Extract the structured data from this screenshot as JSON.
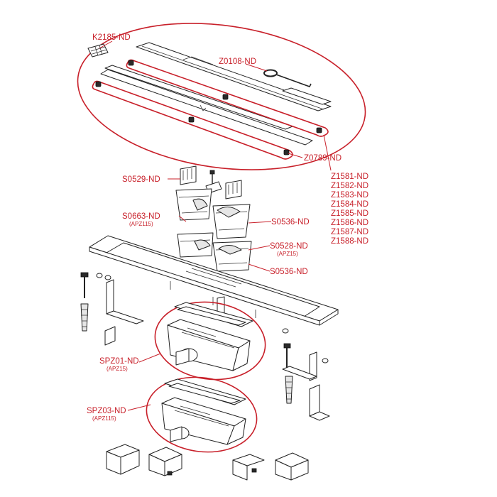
{
  "labels": {
    "k2185": "K2185-ND",
    "z0108": "Z0108-ND",
    "z0789": "Z0789-ND",
    "z_codes": [
      "Z1581-ND",
      "Z1582-ND",
      "Z1583-ND",
      "Z1584-ND",
      "Z1585-ND",
      "Z1586-ND",
      "Z1587-ND",
      "Z1588-ND"
    ],
    "s0529": "S0529-ND",
    "s0663": "S0663-ND",
    "s0663_sub": "(APZ115)",
    "s0536_top": "S0536-ND",
    "s0528": "S0528-ND",
    "s0528_sub": "(APZ15)",
    "s0536_bottom": "S0536-ND",
    "spz01": "SPZ01-ND",
    "spz01_sub": "(APZ15)",
    "spz03": "SPZ03-ND",
    "spz03_sub": "(APZ115)"
  },
  "colors": {
    "callout": "#c8202a",
    "line": "#222222"
  }
}
